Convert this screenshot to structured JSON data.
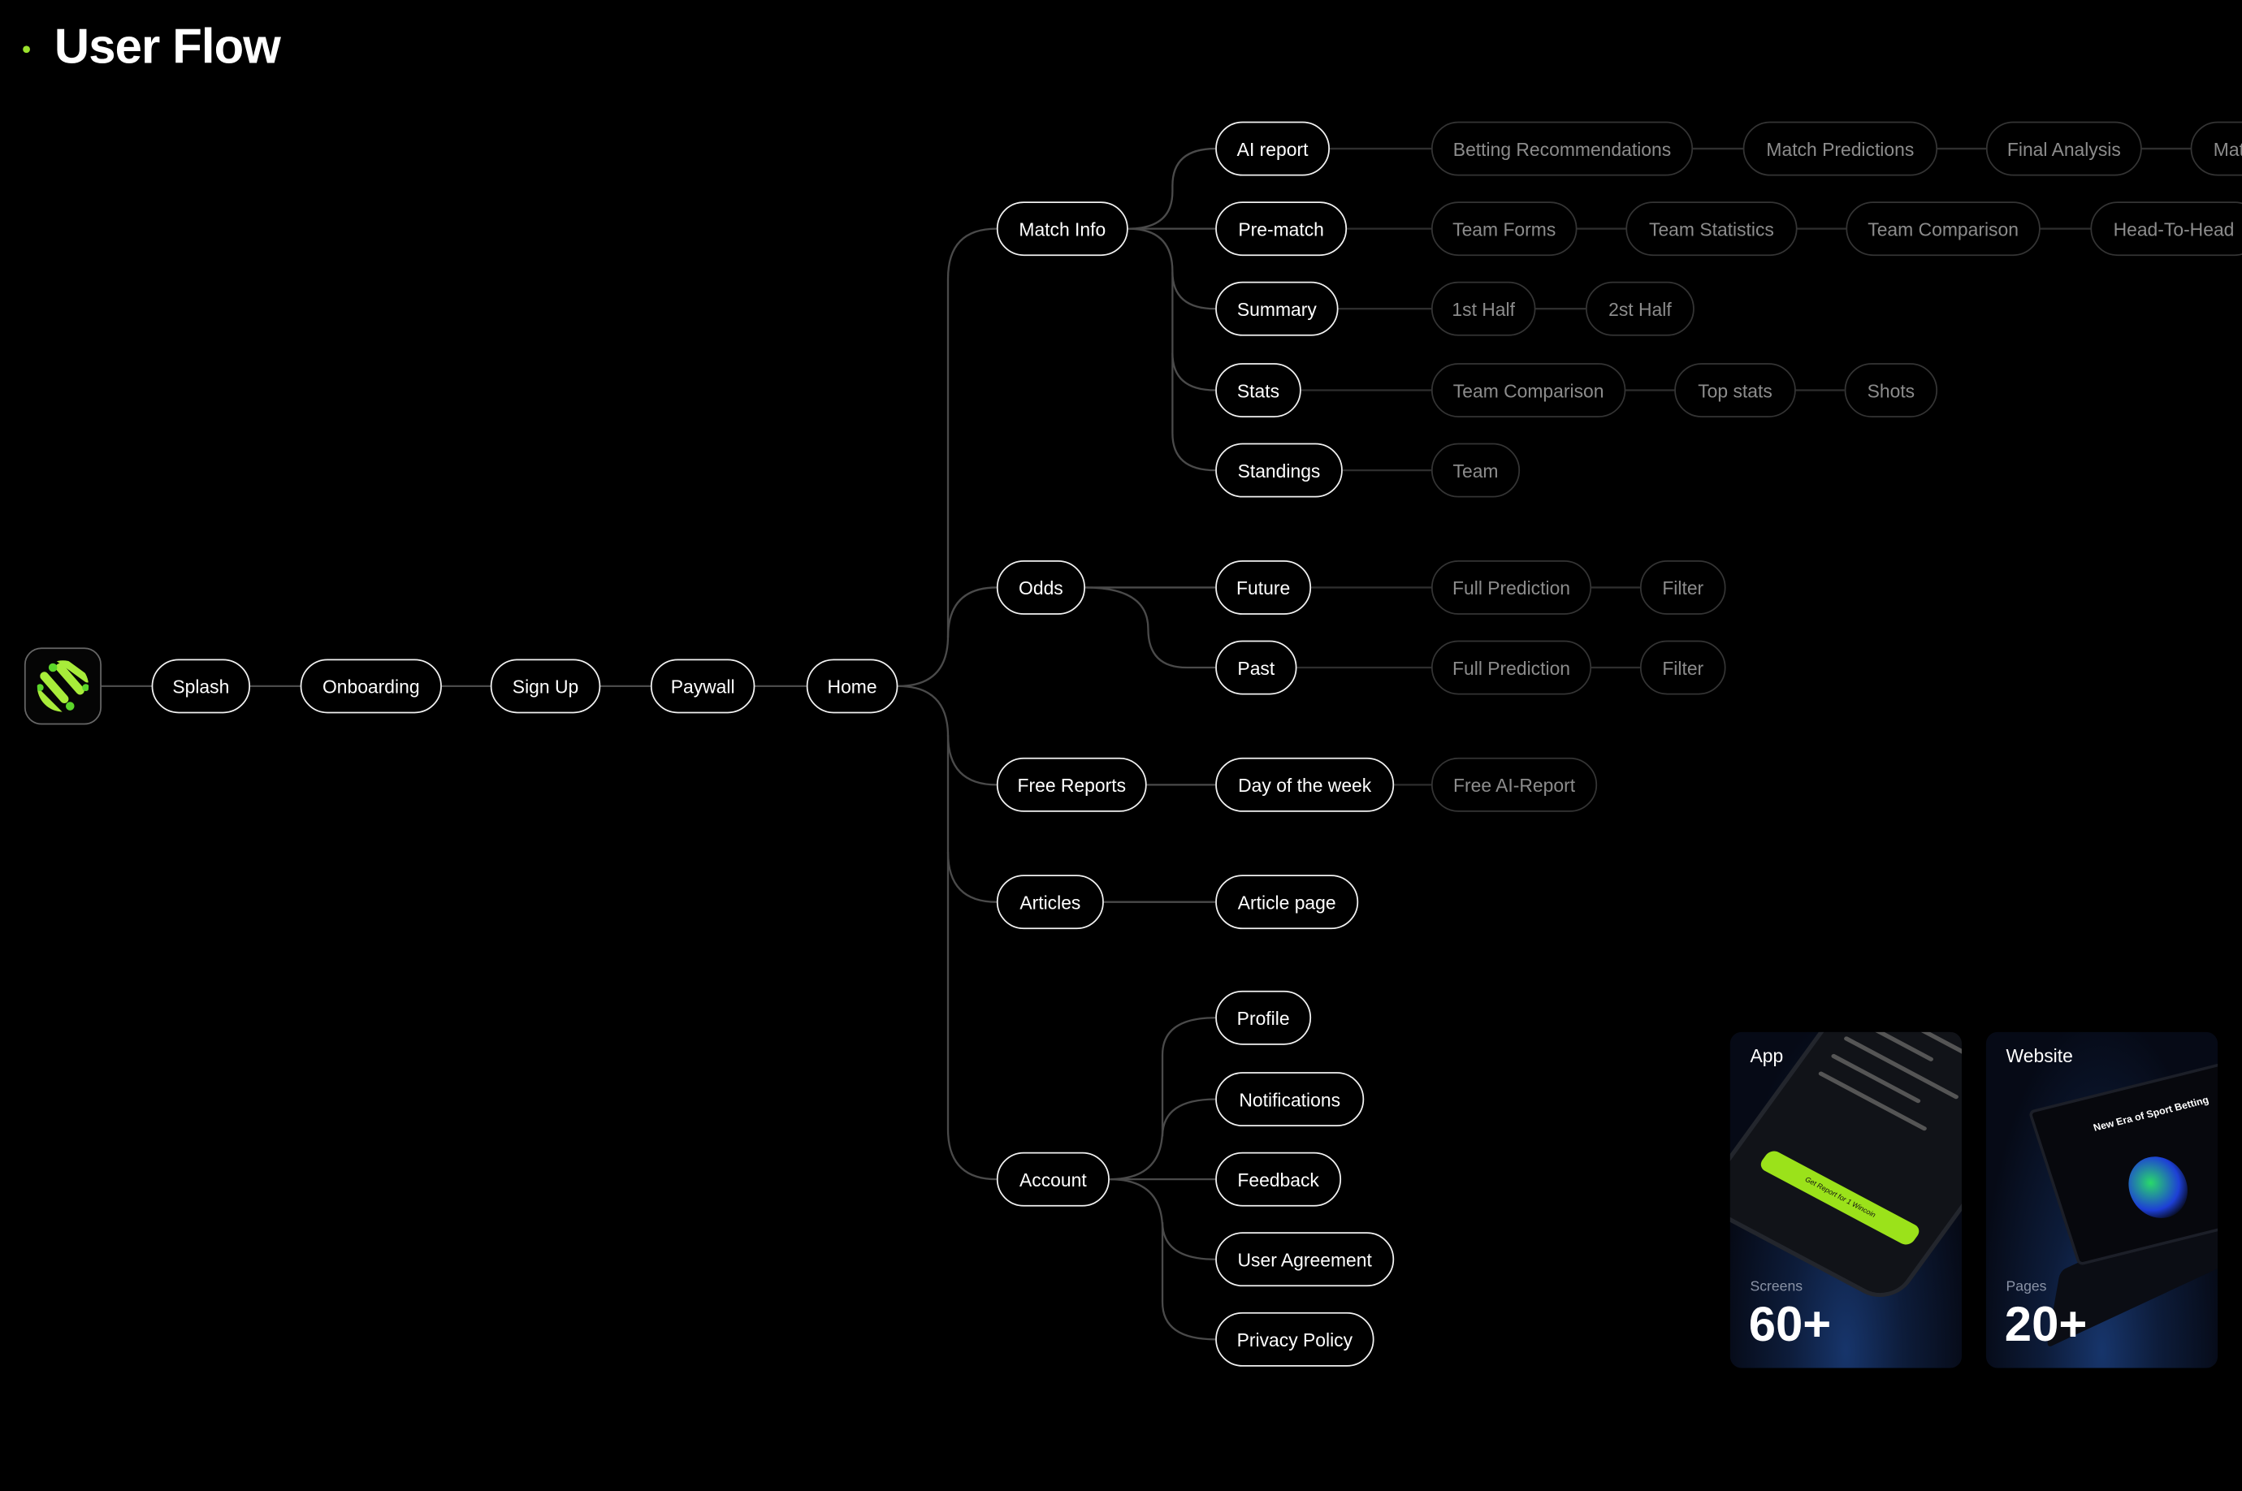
{
  "header": {
    "title": "User Flow"
  },
  "colors": {
    "accent": "#9be22d",
    "background": "#000000"
  },
  "logo": {
    "icon": "app-logo-icon"
  },
  "main_flow": [
    "Splash",
    "Onboarding",
    "Sign Up",
    "Paywall",
    "Home"
  ],
  "home_sections": [
    "Match Info",
    "Odds",
    "Free Reports",
    "Articles",
    "Account"
  ],
  "match_info": [
    "AI report",
    "Pre-match",
    "Summary",
    "Stats",
    "Standings"
  ],
  "odds": [
    "Future",
    "Past"
  ],
  "free_reports": [
    "Day of the week"
  ],
  "articles": [
    "Article page"
  ],
  "account": [
    "Profile",
    "Notifications",
    "Feedback",
    "User Agreement",
    "Privacy Policy"
  ],
  "details": {
    "ai_report": [
      "Betting Recommendations",
      "Match Predictions",
      "Final Analysis",
      "Mat"
    ],
    "pre_match": [
      "Team Forms",
      "Team Statistics",
      "Team Comparison",
      "Head-To-Head"
    ],
    "summary": [
      "1st Half",
      "2st Half"
    ],
    "stats": [
      "Team Comparison",
      "Top stats",
      "Shots"
    ],
    "standings": [
      "Team"
    ],
    "future": [
      "Full Prediction",
      "Filter"
    ],
    "past": [
      "Full Prediction",
      "Filter"
    ],
    "day_of_week": [
      "Free AI-Report"
    ]
  },
  "cards": [
    {
      "label": "App",
      "metric_label": "Screens",
      "metric": "60+",
      "mock": {
        "button": "Get Report for 1 Wincoin"
      }
    },
    {
      "label": "Website",
      "metric_label": "Pages",
      "metric": "20+",
      "mock": {
        "headline": "New Era of Sport Betting"
      }
    }
  ]
}
